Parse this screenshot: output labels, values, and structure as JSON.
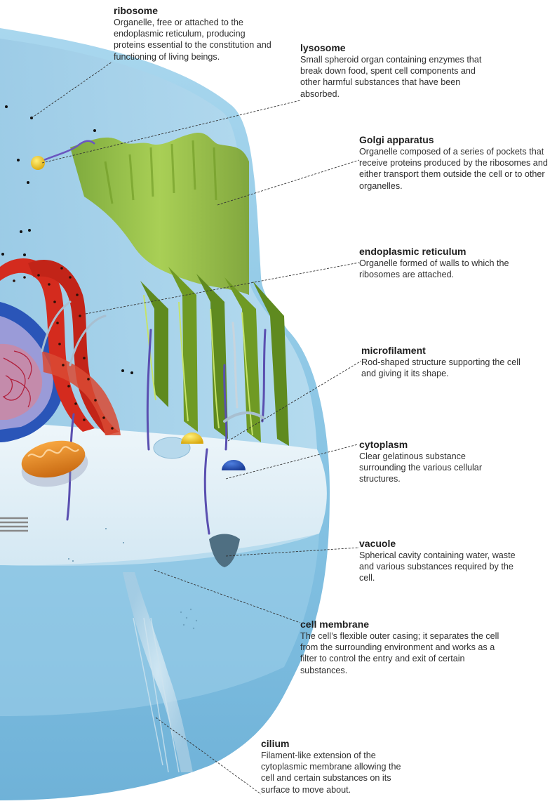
{
  "labels": {
    "ribosome": {
      "title": "ribosome",
      "text": "Organelle, free or attached to the endoplasmic reticulum, producing proteins essential to the constitution and functioning of living beings."
    },
    "lysosome": {
      "title": "lysosome",
      "text": "Small spheroid organ containing enzymes that break down food, spent cell components and other harmful substances that have been absorbed."
    },
    "golgi": {
      "title": "Golgi apparatus",
      "text": "Organelle composed of a series of pockets that receive proteins produced by the ribosomes and either transport them outside the cell or to other organelles."
    },
    "er": {
      "title": "endoplasmic reticulum",
      "text": "Organelle formed of walls to which the ribosomes are attached."
    },
    "microfilament": {
      "title": "microfilament",
      "text": "Rod-shaped structure supporting the cell and giving it its shape."
    },
    "cytoplasm": {
      "title": "cytoplasm",
      "text": "Clear gelatinous substance surrounding the various cellular structures."
    },
    "vacuole": {
      "title": "vacuole",
      "text": "Spherical cavity containing water, waste and various substances required by the cell."
    },
    "membrane": {
      "title": "cell membrane",
      "text": "The cell’s flexible outer casing; it separates the cell from the surrounding environment and works as a filter to control the entry and exit of certain substances."
    },
    "cilium": {
      "title": "cilium",
      "text": "Filament-like extension of the cytoplasmic membrane allowing the cell and certain substances on its surface to move about."
    }
  },
  "colors": {
    "cell_outer": "#8ecae6",
    "cell_inner": "#e6f2f8",
    "golgi": "#8fb832",
    "er_red": "#d42b1e",
    "nucleus_blue": "#2a55b8",
    "mitochondrion": "#e8841e",
    "lysosome_yellow": "#f2c91a",
    "filament_purple": "#5a4fb0"
  }
}
